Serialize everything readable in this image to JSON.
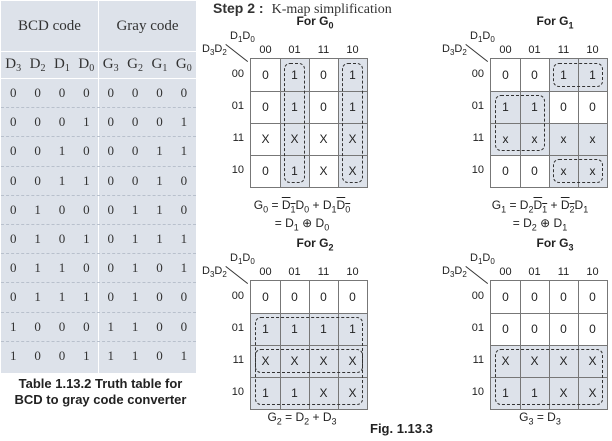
{
  "truth_table": {
    "group_headers": [
      "BCD code",
      "Gray code"
    ],
    "columns": [
      {
        "base": "D",
        "sub": "3"
      },
      {
        "base": "D",
        "sub": "2"
      },
      {
        "base": "D",
        "sub": "1"
      },
      {
        "base": "D",
        "sub": "0"
      },
      {
        "base": "G",
        "sub": "3"
      },
      {
        "base": "G",
        "sub": "2"
      },
      {
        "base": "G",
        "sub": "1"
      },
      {
        "base": "G",
        "sub": "0"
      }
    ],
    "rows": [
      [
        "0",
        "0",
        "0",
        "0",
        "0",
        "0",
        "0",
        "0"
      ],
      [
        "0",
        "0",
        "0",
        "1",
        "0",
        "0",
        "0",
        "1"
      ],
      [
        "0",
        "0",
        "1",
        "0",
        "0",
        "0",
        "1",
        "1"
      ],
      [
        "0",
        "0",
        "1",
        "1",
        "0",
        "0",
        "1",
        "0"
      ],
      [
        "0",
        "1",
        "0",
        "0",
        "0",
        "1",
        "1",
        "0"
      ],
      [
        "0",
        "1",
        "0",
        "1",
        "0",
        "1",
        "1",
        "1"
      ],
      [
        "0",
        "1",
        "1",
        "0",
        "0",
        "1",
        "0",
        "1"
      ],
      [
        "0",
        "1",
        "1",
        "1",
        "0",
        "1",
        "0",
        "0"
      ],
      [
        "1",
        "0",
        "0",
        "0",
        "1",
        "1",
        "0",
        "0"
      ],
      [
        "1",
        "0",
        "0",
        "1",
        "1",
        "1",
        "0",
        "1"
      ]
    ],
    "caption": "Table 1.13.2 Truth table for BCD to gray code converter"
  },
  "header": {
    "step_label": "Step 2 :",
    "step_text": "K-map simplification"
  },
  "kmaps": [
    {
      "id": "g0",
      "title_base": "For G",
      "title_sub": "0",
      "col_var": [
        "D",
        "1",
        "D",
        "0"
      ],
      "row_var": [
        "D",
        "3",
        "D",
        "2"
      ],
      "col_headers": [
        "00",
        "01",
        "11",
        "10"
      ],
      "row_headers": [
        "00",
        "01",
        "11",
        "10"
      ],
      "cells": [
        [
          "0",
          "1",
          "0",
          "1"
        ],
        [
          "0",
          "1",
          "0",
          "1"
        ],
        [
          "X",
          "X",
          "X",
          "X"
        ],
        [
          "0",
          "1",
          "X",
          "X"
        ]
      ],
      "shaded": [
        [
          0,
          1,
          0,
          1
        ],
        [
          0,
          1,
          0,
          1
        ],
        [
          0,
          1,
          0,
          1
        ],
        [
          0,
          1,
          0,
          1
        ]
      ],
      "loops": [
        [
          0,
          1,
          3,
          1
        ],
        [
          0,
          3,
          3,
          3
        ]
      ],
      "eq": [
        [
          {
            "t": "G"
          },
          {
            "t": "0",
            "s": 1
          },
          {
            "t": " = "
          },
          {
            "t": "D",
            "o": 1
          },
          {
            "t": "1",
            "s": 1,
            "o": 1
          },
          {
            "t": "D"
          },
          {
            "t": "0",
            "s": 1
          },
          {
            "t": " + D"
          },
          {
            "t": "1",
            "s": 1
          },
          {
            "t": "D",
            "o": 1
          },
          {
            "t": "0",
            "s": 1,
            "o": 1
          }
        ],
        [
          {
            "t": "= D"
          },
          {
            "t": "1",
            "s": 1
          },
          {
            "t": " ⊕ D"
          },
          {
            "t": "0",
            "s": 1
          }
        ]
      ]
    },
    {
      "id": "g1",
      "title_base": "For G",
      "title_sub": "1",
      "col_var": [
        "D",
        "1",
        "D",
        "0"
      ],
      "row_var": [
        "D",
        "3",
        "D",
        "2"
      ],
      "col_headers": [
        "00",
        "01",
        "11",
        "10"
      ],
      "row_headers": [
        "00",
        "01",
        "11",
        "10"
      ],
      "cells": [
        [
          "0",
          "0",
          "1",
          "1"
        ],
        [
          "1",
          "1",
          "0",
          "0"
        ],
        [
          "x",
          "x",
          "x",
          "x"
        ],
        [
          "0",
          "0",
          "x",
          "x"
        ]
      ],
      "shaded": [
        [
          0,
          0,
          1,
          1
        ],
        [
          1,
          1,
          0,
          0
        ],
        [
          1,
          1,
          1,
          1
        ],
        [
          0,
          0,
          1,
          1
        ]
      ],
      "loops": [
        [
          1,
          0,
          2,
          1
        ],
        [
          0,
          2,
          0,
          3
        ],
        [
          3,
          2,
          3,
          3
        ]
      ],
      "eq": [
        [
          {
            "t": "G"
          },
          {
            "t": "1",
            "s": 1
          },
          {
            "t": " = D"
          },
          {
            "t": "2",
            "s": 1
          },
          {
            "t": "D",
            "o": 1
          },
          {
            "t": "1",
            "s": 1,
            "o": 1
          },
          {
            "t": " + "
          },
          {
            "t": "D",
            "o": 1
          },
          {
            "t": "2",
            "s": 1,
            "o": 1
          },
          {
            "t": "D"
          },
          {
            "t": "1",
            "s": 1
          }
        ],
        [
          {
            "t": "= D"
          },
          {
            "t": "2",
            "s": 1
          },
          {
            "t": " ⊕ D"
          },
          {
            "t": "1",
            "s": 1
          }
        ]
      ]
    },
    {
      "id": "g2",
      "title_base": "For G",
      "title_sub": "2",
      "col_var": [
        "D",
        "1",
        "D",
        "0"
      ],
      "row_var": [
        "D",
        "3",
        "D",
        "2"
      ],
      "col_headers": [
        "00",
        "01",
        "11",
        "10"
      ],
      "row_headers": [
        "00",
        "01",
        "11",
        "10"
      ],
      "cells": [
        [
          "0",
          "0",
          "0",
          "0"
        ],
        [
          "1",
          "1",
          "1",
          "1"
        ],
        [
          "X",
          "X",
          "X",
          "X"
        ],
        [
          "1",
          "1",
          "X",
          "X"
        ]
      ],
      "shaded": [
        [
          0,
          0,
          0,
          0
        ],
        [
          1,
          1,
          1,
          1
        ],
        [
          1,
          1,
          1,
          1
        ],
        [
          1,
          1,
          1,
          1
        ]
      ],
      "loops": [
        [
          1,
          0,
          2,
          3
        ],
        [
          2,
          0,
          3,
          3
        ]
      ],
      "eq": [
        [
          {
            "t": "G"
          },
          {
            "t": "2",
            "s": 1
          },
          {
            "t": " = D"
          },
          {
            "t": "2",
            "s": 1
          },
          {
            "t": " + D"
          },
          {
            "t": "3",
            "s": 1
          }
        ]
      ]
    },
    {
      "id": "g3",
      "title_base": "For G",
      "title_sub": "3",
      "col_var": [
        "D",
        "1",
        "D",
        "0"
      ],
      "row_var": [
        "D",
        "3",
        "D",
        "2"
      ],
      "col_headers": [
        "00",
        "01",
        "11",
        "10"
      ],
      "row_headers": [
        "00",
        "01",
        "11",
        "10"
      ],
      "cells": [
        [
          "0",
          "0",
          "0",
          "0"
        ],
        [
          "0",
          "0",
          "0",
          "0"
        ],
        [
          "X",
          "X",
          "X",
          "X"
        ],
        [
          "1",
          "1",
          "X",
          "X"
        ]
      ],
      "shaded": [
        [
          0,
          0,
          0,
          0
        ],
        [
          0,
          0,
          0,
          0
        ],
        [
          1,
          1,
          1,
          1
        ],
        [
          1,
          1,
          1,
          1
        ]
      ],
      "loops": [
        [
          2,
          0,
          3,
          3
        ]
      ],
      "eq": [
        [
          {
            "t": "G"
          },
          {
            "t": "3",
            "s": 1
          },
          {
            "t": " = D"
          },
          {
            "t": "3",
            "s": 1
          }
        ]
      ]
    }
  ],
  "figure_label": "Fig. 1.13.3"
}
